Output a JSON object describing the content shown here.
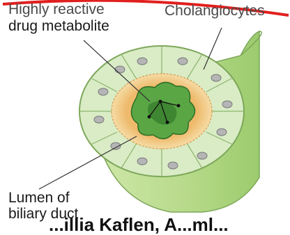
{
  "labels": {
    "metabolite_top": "Highly reactive",
    "metabolite": "drug metabolite",
    "cholangiocytes": "Cholangiocytes",
    "lumen_line1": "Lumen of",
    "lumen_line2": "biliary duct",
    "bottom_text": "...illia Kaflen, A...ml..."
  },
  "colors": {
    "accent_line": "#e0201e",
    "tube_green": "#b9dc8e",
    "cell_face": "#d9ecc6",
    "lumen_orange": "#e8b36a",
    "metabolite_green": "#4f9a3c"
  }
}
